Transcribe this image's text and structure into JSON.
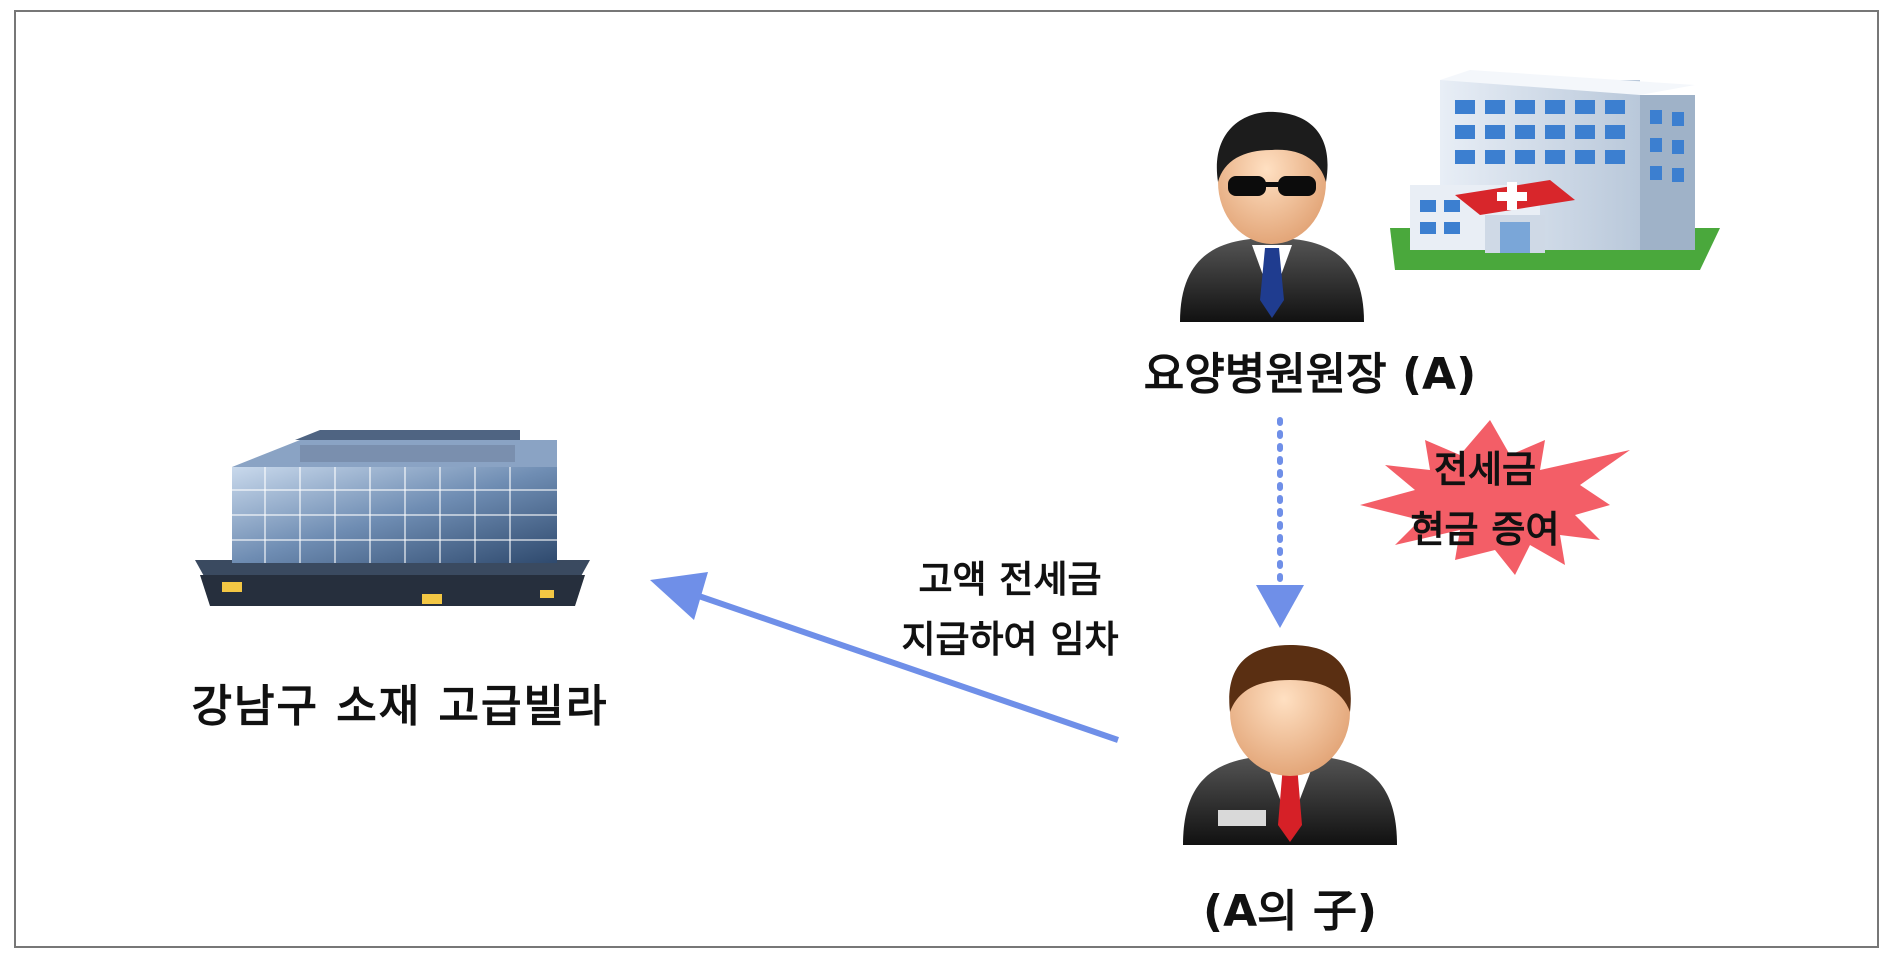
{
  "nodes": {
    "villa": {
      "label": "강남구 소재 고급빌라"
    },
    "director": {
      "label": "요양병원원장 (A)"
    },
    "child": {
      "label": "(A의 子)"
    }
  },
  "edges": {
    "lease": {
      "line1": "고액 전세금",
      "line2": "지급하여 임차"
    },
    "gift": {
      "line1": "전세금",
      "line2": "현금 증여"
    }
  },
  "colors": {
    "arrow": "#6f8fe8",
    "burst": "#f2505a",
    "frame": "#777777"
  },
  "icons": [
    "office-building-icon",
    "businessman-sunglasses-icon",
    "hospital-icon",
    "businessman-red-tie-icon",
    "explosion-burst-icon"
  ]
}
